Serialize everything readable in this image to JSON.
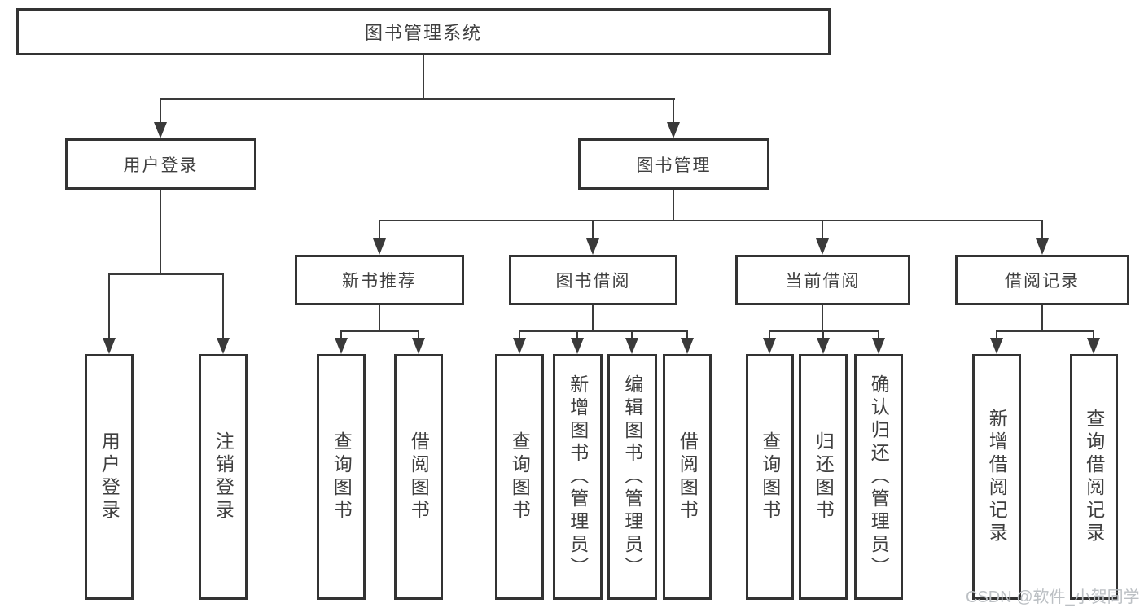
{
  "colors": {
    "line": "#3a3a3a",
    "box_border": "#333333",
    "text": "#3f3f3f",
    "watermark": "#bcc0c4",
    "background": "#ffffff"
  },
  "tree": {
    "label": "图书管理系统",
    "children": [
      {
        "label": "用户登录",
        "children": [
          {
            "label": "用户登录"
          },
          {
            "label": "注销登录"
          }
        ]
      },
      {
        "label": "图书管理",
        "children": [
          {
            "label": "新书推荐",
            "children": [
              {
                "label": "查询图书"
              },
              {
                "label": "借阅图书"
              }
            ]
          },
          {
            "label": "图书借阅",
            "children": [
              {
                "label": "查询图书"
              },
              {
                "label": "新增图书（管理员）"
              },
              {
                "label": "编辑图书（管理员）"
              },
              {
                "label": "借阅图书"
              }
            ]
          },
          {
            "label": "当前借阅",
            "children": [
              {
                "label": "查询图书"
              },
              {
                "label": "归还图书"
              },
              {
                "label": "确认归还（管理员）"
              }
            ]
          },
          {
            "label": "借阅记录",
            "children": [
              {
                "label": "新增借阅记录"
              },
              {
                "label": "查询借阅记录"
              }
            ]
          }
        ]
      }
    ]
  },
  "watermark": {
    "text": "CSDN @软件_小贺同学"
  }
}
